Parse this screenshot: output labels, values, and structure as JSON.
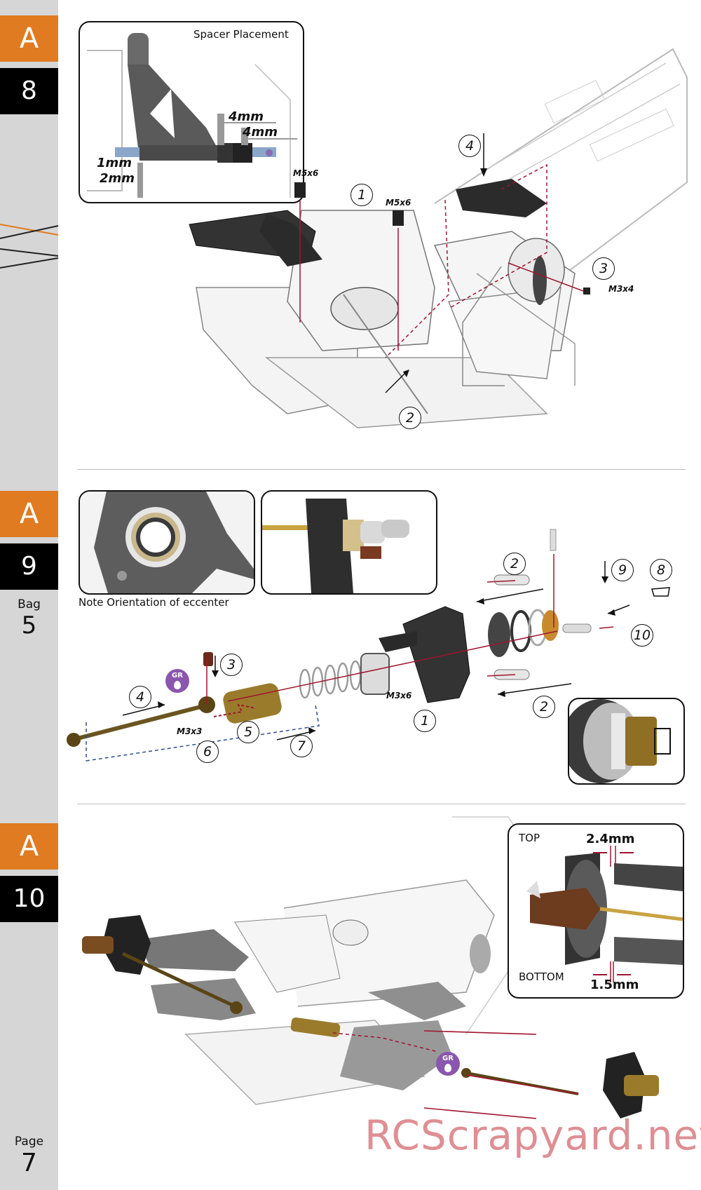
{
  "sidebar": {
    "sections": [
      {
        "letter": "A",
        "number": "8"
      },
      {
        "letter": "A",
        "number": "9"
      },
      {
        "letter": "A",
        "number": "10"
      }
    ],
    "bag_label": "Bag",
    "bag_number": "5",
    "page_label": "Page",
    "page_number": "7"
  },
  "step8": {
    "inset_title": "Spacer Placement",
    "spacer_4mm_a": "4mm",
    "spacer_4mm_b": "4mm",
    "spacer_1mm": "1mm",
    "spacer_2mm": "2mm",
    "screw_a": "M5x6",
    "screw_b": "M5x6",
    "screw_c": "M3x4",
    "steps": [
      "1",
      "2",
      "3",
      "4"
    ]
  },
  "step9": {
    "note": "Note Orientation of eccenter",
    "screw_a": "M3x6",
    "screw_b": "M3x3",
    "grease": "GR",
    "steps": [
      "1",
      "2",
      "2",
      "3",
      "4",
      "5",
      "6",
      "7",
      "8",
      "9",
      "10"
    ]
  },
  "step10": {
    "top_label": "TOP",
    "bottom_label": "BOTTOM",
    "top_gap": "2.4mm",
    "bottom_gap": "1.5mm",
    "grease": "GR"
  },
  "watermark": "RCScrapyard.net"
}
